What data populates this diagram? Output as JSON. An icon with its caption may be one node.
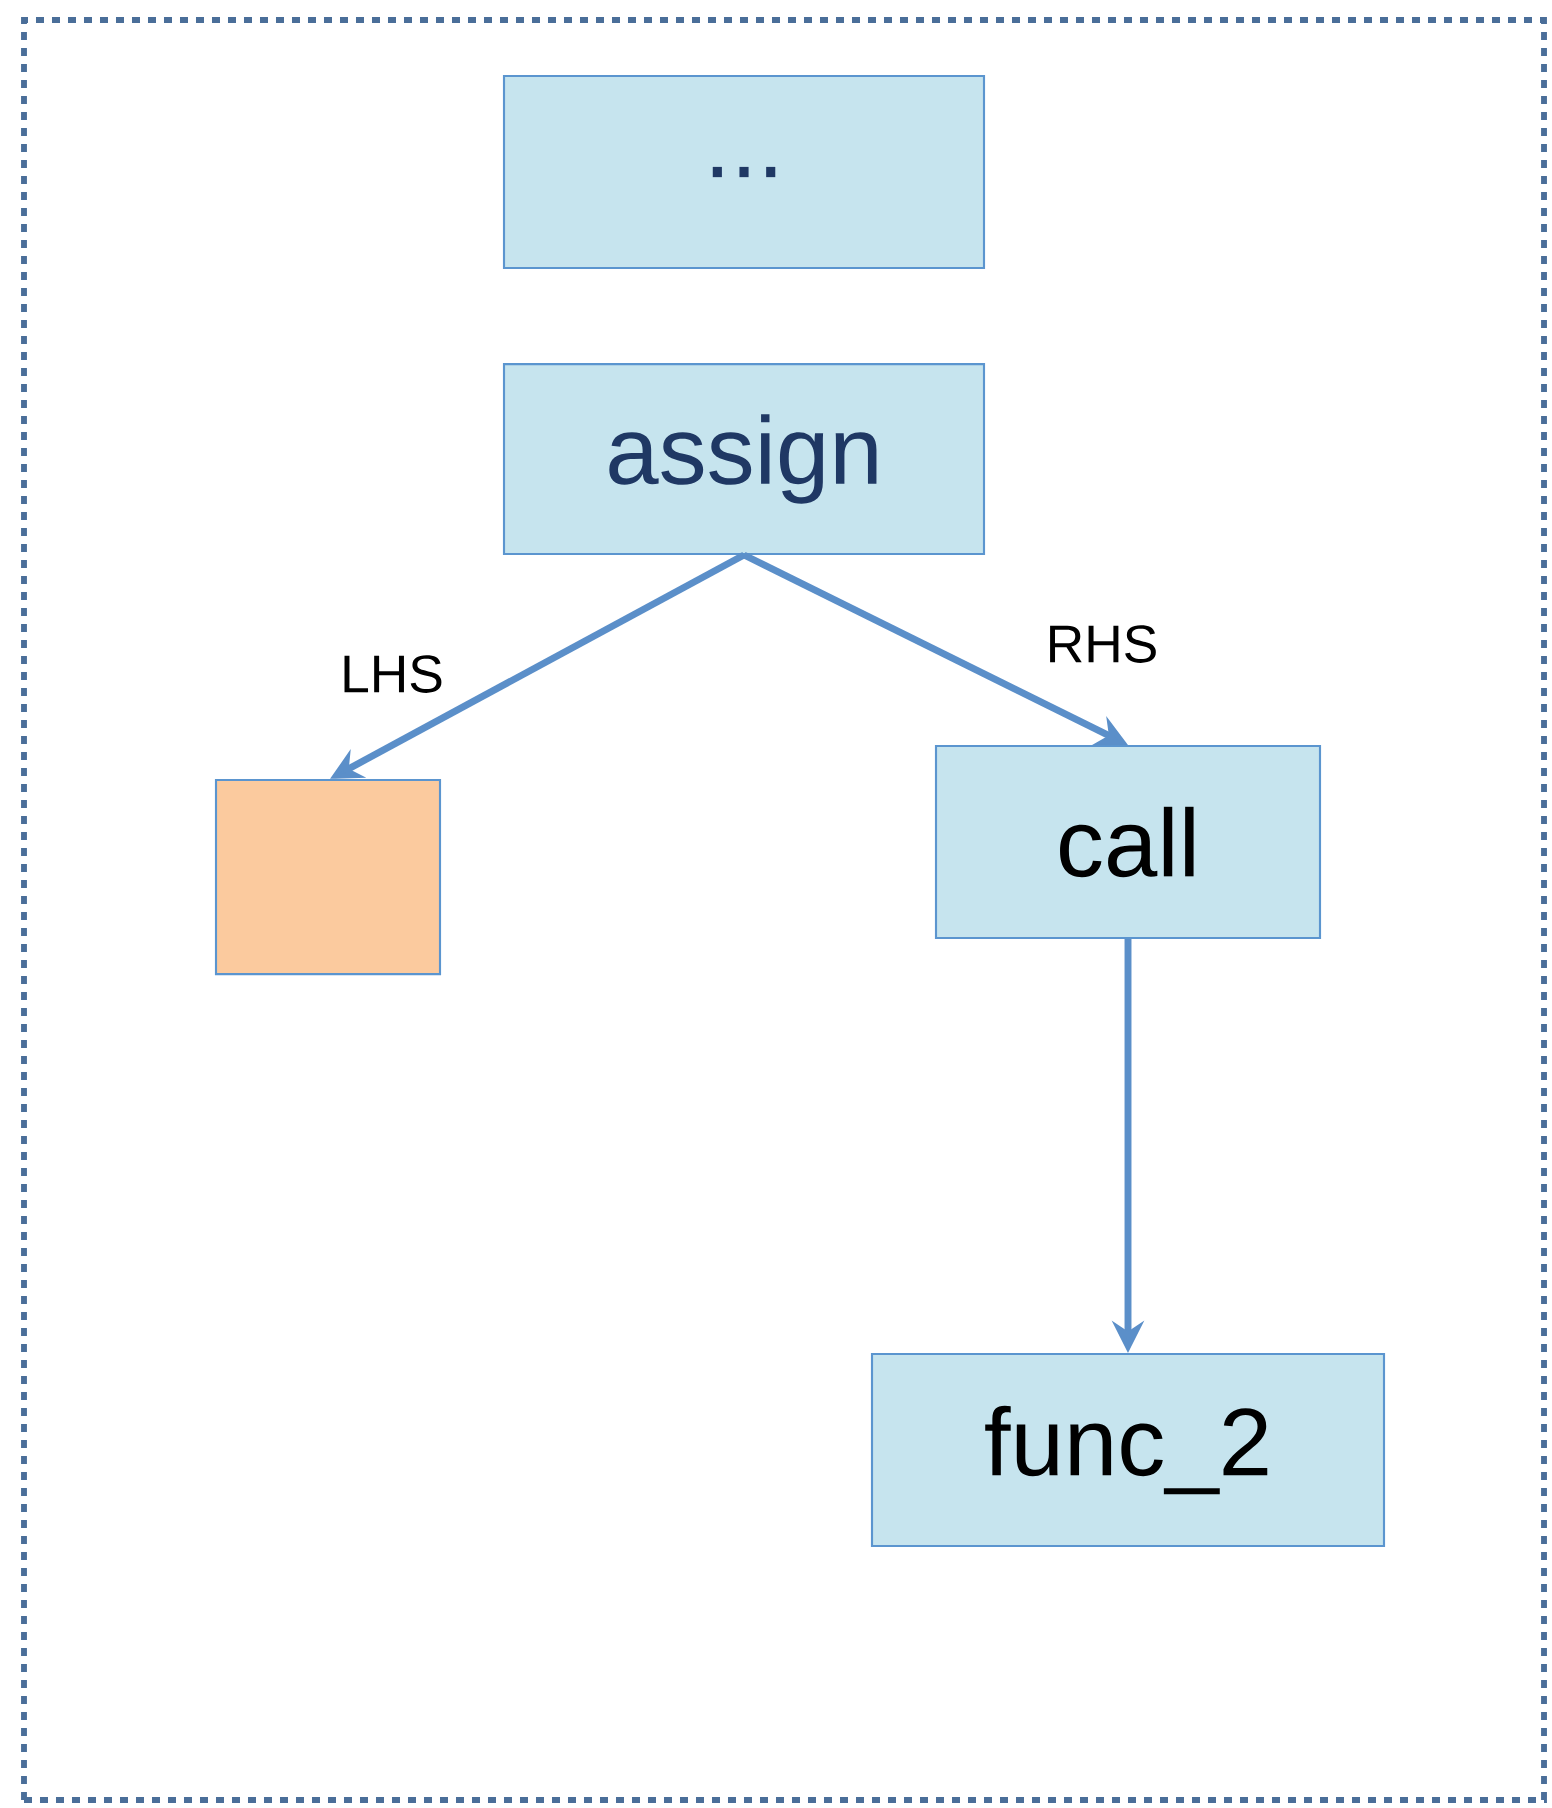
{
  "diagram": {
    "nodes": [
      {
        "text": [],
        "shape": "box"
      },
      {
        "text": [
          "..."
        ],
        "in": 0
      },
      {
        "text": [
          "assign"
        ],
        "in": 0
      },
      {
        "text": [],
        "shape": "box",
        "in": 0
      },
      {
        "text": [
          "call"
        ],
        "in": 0
      },
      {
        "text": [
          "func_2"
        ],
        "in": 0
      }
    ],
    "edges": [
      {
        "from": 2,
        "to": 3,
        "arrow": "to",
        "label": "LHS"
      },
      {
        "from": 2,
        "to": 4,
        "arrow": "to",
        "label": "RHS"
      },
      {
        "from": 4,
        "to": 5,
        "arrow": "to"
      }
    ]
  }
}
